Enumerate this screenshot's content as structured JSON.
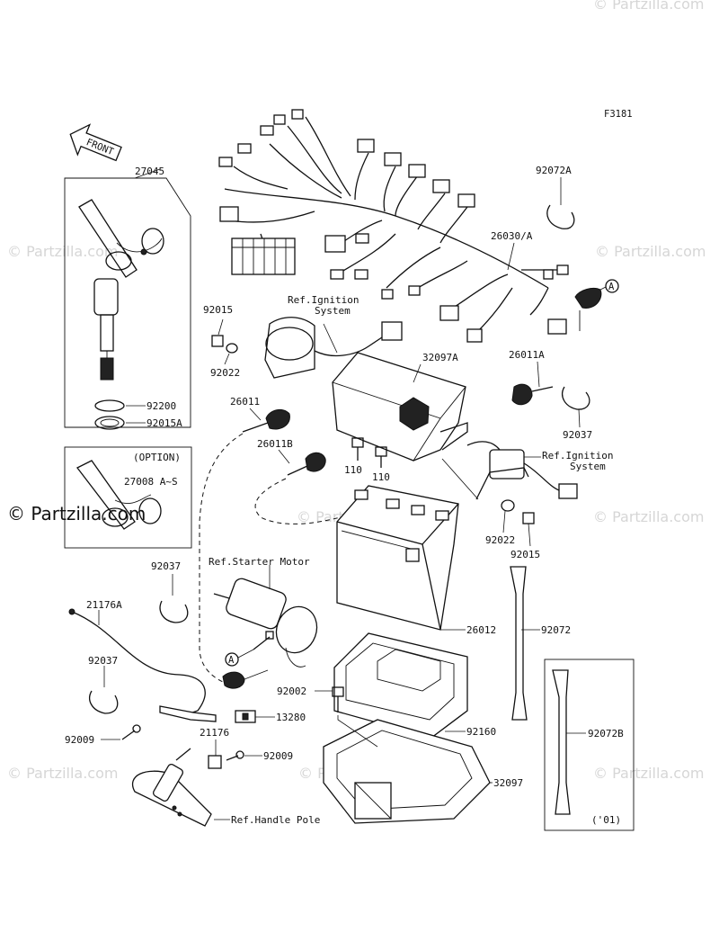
{
  "figure_code": "F3181",
  "front_label": "FRONT",
  "watermark": {
    "brand": "© Partzilla.com",
    "faint": "© Partzilla.com"
  },
  "parts": [
    {
      "id": "p27045",
      "label": "27045"
    },
    {
      "id": "p92200",
      "label": "92200"
    },
    {
      "id": "p92015A",
      "label": "92015A"
    },
    {
      "id": "pOption",
      "label": "(OPTION)"
    },
    {
      "id": "p27008",
      "label": "27008 A~S"
    },
    {
      "id": "p92015a",
      "label": "92015"
    },
    {
      "id": "p92022a",
      "label": "92022"
    },
    {
      "id": "p26011",
      "label": "26011"
    },
    {
      "id": "p26011B",
      "label": "26011B"
    },
    {
      "id": "p110a",
      "label": "110"
    },
    {
      "id": "p110b",
      "label": "110"
    },
    {
      "id": "p32097A",
      "label": "32097A"
    },
    {
      "id": "p26011A",
      "label": "26011A"
    },
    {
      "id": "p92037a",
      "label": "92037"
    },
    {
      "id": "p92072A",
      "label": "92072A"
    },
    {
      "id": "p26030",
      "label": "26030/A"
    },
    {
      "id": "p92022b",
      "label": "92022"
    },
    {
      "id": "p92015b",
      "label": "92015"
    },
    {
      "id": "p26012",
      "label": "26012"
    },
    {
      "id": "p92072",
      "label": "92072"
    },
    {
      "id": "p92072B",
      "label": "92072B"
    },
    {
      "id": "p01",
      "label": "('01)"
    },
    {
      "id": "p92037b",
      "label": "92037"
    },
    {
      "id": "p21176A",
      "label": "21176A"
    },
    {
      "id": "p92037c",
      "label": "92037"
    },
    {
      "id": "p92009a",
      "label": "92009"
    },
    {
      "id": "p21176",
      "label": "21176"
    },
    {
      "id": "p92009b",
      "label": "92009"
    },
    {
      "id": "p92002",
      "label": "92002"
    },
    {
      "id": "p13280",
      "label": "13280"
    },
    {
      "id": "p92160",
      "label": "92160"
    },
    {
      "id": "p32097",
      "label": "32097"
    }
  ],
  "references": {
    "ignition_top": [
      "Ref.Ignition",
      "System"
    ],
    "ignition_right": [
      "Ref.Ignition",
      "System"
    ],
    "starter_motor": "Ref.Starter Motor",
    "handle_pole": "Ref.Handle Pole"
  },
  "callouts": {
    "a_top": "A",
    "a_bottom": "A"
  }
}
